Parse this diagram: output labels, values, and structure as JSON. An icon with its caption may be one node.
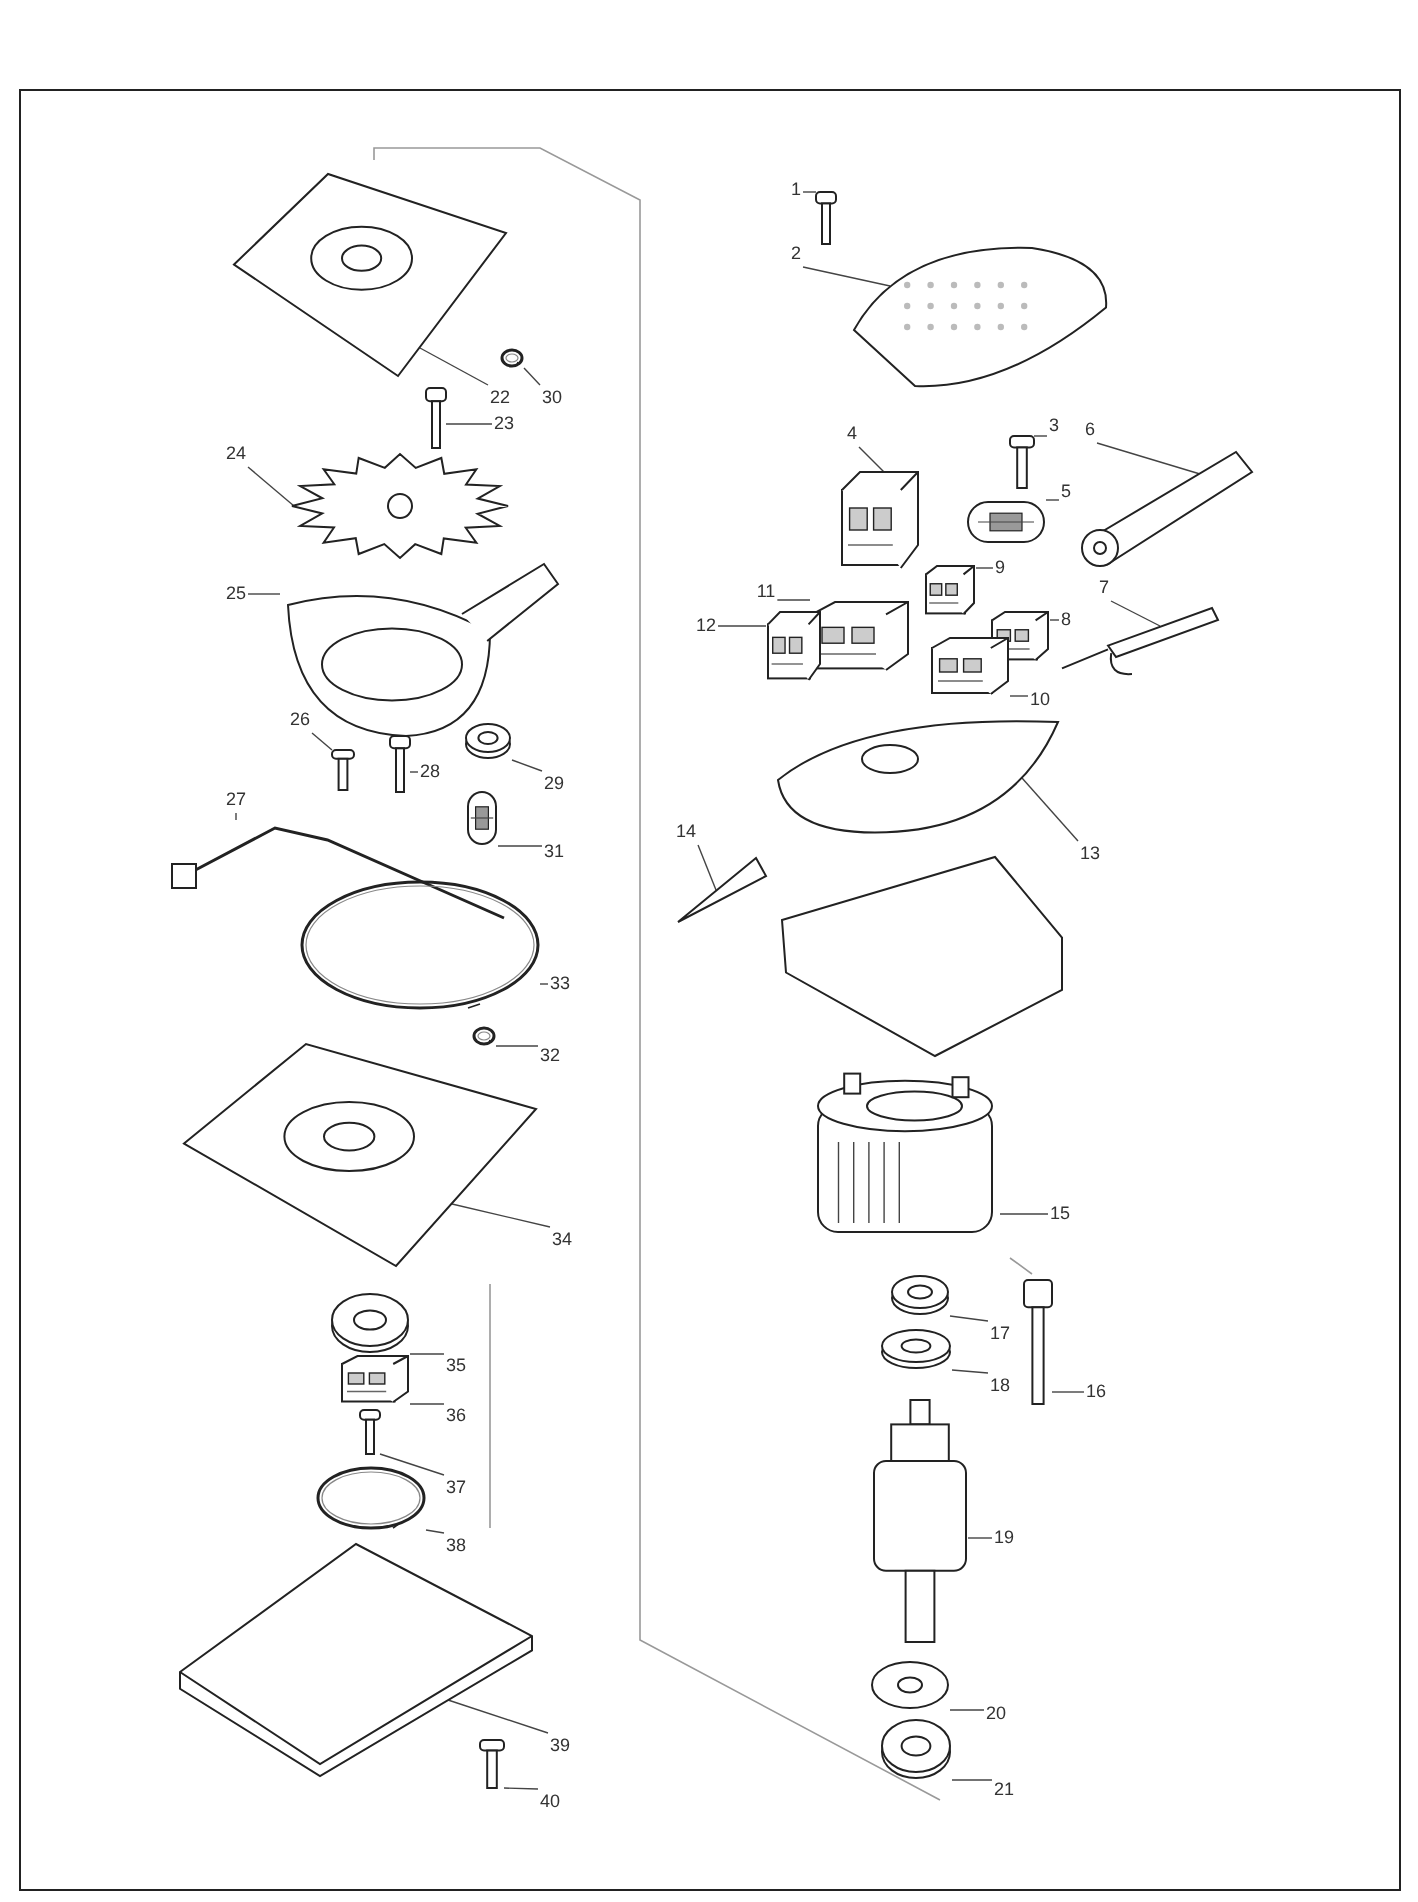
{
  "diagram": {
    "nodes": [
      {
        "text": [
          "1"
        ]
      },
      {
        "text": [
          "2"
        ]
      },
      {
        "text": [
          "3"
        ]
      },
      {
        "text": [
          "4"
        ]
      },
      {
        "text": [
          "5"
        ]
      },
      {
        "text": [
          "6"
        ]
      },
      {
        "text": [
          "7"
        ]
      },
      {
        "text": [
          "8"
        ]
      },
      {
        "text": [
          "9"
        ]
      },
      {
        "text": [
          "10"
        ]
      },
      {
        "text": [
          "11"
        ]
      },
      {
        "text": [
          "12"
        ]
      },
      {
        "text": [
          "13"
        ]
      },
      {
        "text": [
          "14"
        ]
      },
      {
        "text": [
          "15"
        ]
      },
      {
        "text": [
          "16"
        ]
      },
      {
        "text": [
          "17"
        ]
      },
      {
        "text": [
          "18"
        ]
      },
      {
        "text": [
          "19"
        ]
      },
      {
        "text": [
          "20"
        ]
      },
      {
        "text": [
          "21"
        ]
      },
      {
        "text": [
          "22"
        ]
      },
      {
        "text": [
          "23"
        ]
      },
      {
        "text": [
          "24"
        ]
      },
      {
        "text": [
          "25"
        ]
      },
      {
        "text": [
          "26"
        ]
      },
      {
        "text": [
          "27"
        ]
      },
      {
        "text": [
          "28"
        ]
      },
      {
        "text": [
          "29"
        ]
      },
      {
        "text": [
          "30"
        ]
      },
      {
        "text": [
          "31"
        ]
      },
      {
        "text": [
          "32"
        ]
      },
      {
        "text": [
          "33"
        ]
      },
      {
        "text": [
          "34"
        ]
      },
      {
        "text": [
          "35"
        ]
      },
      {
        "text": [
          "36"
        ]
      },
      {
        "text": [
          "37"
        ]
      },
      {
        "text": [
          "38"
        ]
      },
      {
        "text": [
          "39"
        ]
      },
      {
        "text": [
          "40"
        ]
      },
      {
        "text": [],
        "shape": "picture"
      },
      {
        "text": [],
        "shape": "picture"
      },
      {
        "text": [],
        "shape": "picture"
      },
      {
        "text": [],
        "shape": "picture"
      },
      {
        "text": [],
        "shape": "picture"
      },
      {
        "text": [],
        "shape": "picture"
      },
      {
        "text": [],
        "shape": "picture"
      },
      {
        "text": [],
        "shape": "picture"
      },
      {
        "text": [],
        "shape": "picture"
      },
      {
        "text": [],
        "shape": "picture"
      },
      {
        "text": [],
        "shape": "picture"
      },
      {
        "text": [],
        "shape": "picture"
      },
      {
        "text": [],
        "shape": "picture"
      },
      {
        "text": [],
        "shape": "picture"
      },
      {
        "text": [],
        "shape": "picture"
      },
      {
        "text": [],
        "shape": "picture"
      },
      {
        "text": [],
        "shape": "picture"
      },
      {
        "text": [],
        "shape": "picture"
      },
      {
        "text": [],
        "shape": "picture"
      },
      {
        "text": [],
        "shape": "picture"
      },
      {
        "text": [],
        "shape": "picture"
      },
      {
        "text": [],
        "shape": "picture"
      },
      {
        "text": [],
        "shape": "picture"
      },
      {
        "text": [],
        "shape": "picture"
      },
      {
        "text": [],
        "shape": "picture"
      },
      {
        "text": [],
        "shape": "picture"
      },
      {
        "text": [],
        "shape": "picture"
      },
      {
        "text": [],
        "shape": "picture"
      },
      {
        "text": [],
        "shape": "picture"
      },
      {
        "text": [],
        "shape": "picture"
      },
      {
        "text": [],
        "shape": "picture"
      },
      {
        "text": [],
        "shape": "picture"
      },
      {
        "text": [],
        "shape": "picture"
      },
      {
        "text": [],
        "shape": "picture"
      },
      {
        "text": [],
        "shape": "picture"
      },
      {
        "text": [],
        "shape": "picture"
      },
      {
        "text": [],
        "shape": "picture"
      },
      {
        "text": [],
        "shape": "picture"
      },
      {
        "text": [],
        "shape": "picture"
      },
      {
        "text": [],
        "shape": "picture"
      }
    ],
    "edges": [
      {
        "from": 0,
        "to": 40,
        "arrow": "none"
      },
      {
        "from": 1,
        "to": 41,
        "arrow": "none"
      },
      {
        "from": 2,
        "to": 42,
        "arrow": "none"
      },
      {
        "from": 3,
        "to": 43,
        "arrow": "none"
      },
      {
        "from": 4,
        "to": 44,
        "arrow": "none"
      },
      {
        "from": 5,
        "to": 45,
        "arrow": "none"
      },
      {
        "from": 6,
        "to": 46,
        "arrow": "none"
      },
      {
        "from": 7,
        "to": 47,
        "arrow": "none"
      },
      {
        "from": 8,
        "to": 48,
        "arrow": "none"
      },
      {
        "from": 9,
        "to": 49,
        "arrow": "none"
      },
      {
        "from": 10,
        "to": 50,
        "arrow": "none"
      },
      {
        "from": 11,
        "to": 51,
        "arrow": "none"
      },
      {
        "from": 12,
        "to": 52,
        "arrow": "none"
      },
      {
        "from": 13,
        "to": 53,
        "arrow": "none"
      },
      {
        "from": 14,
        "to": 54,
        "arrow": "none"
      },
      {
        "from": 15,
        "to": 55,
        "arrow": "none"
      },
      {
        "from": 16,
        "to": 56,
        "arrow": "none"
      },
      {
        "from": 17,
        "to": 57,
        "arrow": "none"
      },
      {
        "from": 18,
        "to": 58,
        "arrow": "none"
      },
      {
        "from": 19,
        "to": 59,
        "arrow": "none"
      },
      {
        "from": 20,
        "to": 60,
        "arrow": "none"
      },
      {
        "from": 21,
        "to": 61,
        "arrow": "none"
      },
      {
        "from": 22,
        "to": 62,
        "arrow": "none"
      },
      {
        "from": 23,
        "to": 63,
        "arrow": "none"
      },
      {
        "from": 24,
        "to": 64,
        "arrow": "none"
      },
      {
        "from": 25,
        "to": 65,
        "arrow": "none"
      },
      {
        "from": 26,
        "to": 66,
        "arrow": "none"
      },
      {
        "from": 27,
        "to": 67,
        "arrow": "none"
      },
      {
        "from": 28,
        "to": 68,
        "arrow": "none"
      },
      {
        "from": 29,
        "to": 69,
        "arrow": "none"
      },
      {
        "from": 30,
        "to": 70,
        "arrow": "none"
      },
      {
        "from": 31,
        "to": 71,
        "arrow": "none"
      },
      {
        "from": 32,
        "to": 72,
        "arrow": "none"
      },
      {
        "from": 33,
        "to": 73,
        "arrow": "none"
      },
      {
        "from": 34,
        "to": 74,
        "arrow": "none"
      },
      {
        "from": 35,
        "to": 75,
        "arrow": "none"
      },
      {
        "from": 36,
        "to": 76,
        "arrow": "none"
      },
      {
        "from": 37,
        "to": 77,
        "arrow": "none"
      },
      {
        "from": 38,
        "to": 78,
        "arrow": "none"
      },
      {
        "from": 39,
        "to": 79,
        "arrow": "none"
      }
    ]
  }
}
